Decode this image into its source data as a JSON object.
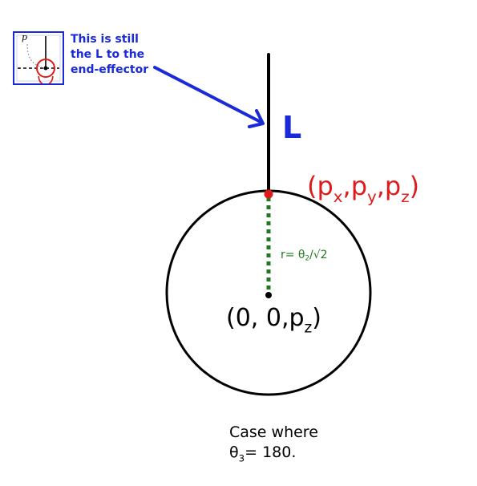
{
  "callout": {
    "text_line1": "This is still",
    "text_line2": "the L to the",
    "text_line3": "end-effector",
    "thumbnail_label": "p"
  },
  "diagram": {
    "link_label": "L",
    "point_label": {
      "open": "(p",
      "x": "x",
      "sep1": ",p",
      "y": "y",
      "sep2": ",p",
      "z": "z",
      "close": ")"
    },
    "radius_label": {
      "prefix": "r=  θ",
      "sub": "2",
      "suffix": "/√2"
    },
    "origin_label": {
      "prefix": "(0, 0,p",
      "sub": "z",
      "close": ")"
    }
  },
  "caption": {
    "line1": "Case where",
    "line2_theta": "θ",
    "line2_sub": "3",
    "line2_rest": "= 180."
  },
  "colors": {
    "link": "#000000",
    "arrow": "#1a2ad8",
    "point": "#e01a1a",
    "radius": "#1f7a1f",
    "circle": "#000000",
    "callout_border": "#1a2ad8"
  }
}
